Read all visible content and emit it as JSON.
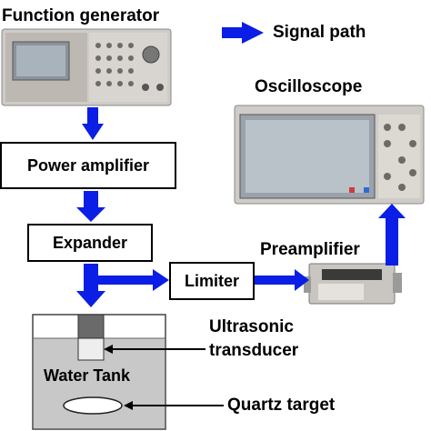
{
  "labels": {
    "function_generator": "Function generator",
    "signal_path": "Signal path",
    "oscilloscope": "Oscilloscope",
    "power_amplifier": "Power amplifier",
    "expander": "Expander",
    "limiter": "Limiter",
    "preamplifier": "Preamplifier",
    "ultrasonic": "Ultrasonic",
    "transducer": "transducer",
    "water_tank": "Water Tank",
    "quartz_target": "Quartz target"
  },
  "colors": {
    "arrow": "#0a1ee6",
    "tank_water": "#c8c8c8",
    "device_body": "#d9d6d2"
  },
  "icons": {
    "function_generator": "function-generator-device",
    "oscilloscope": "oscilloscope-device",
    "preamplifier": "preamplifier-module"
  }
}
